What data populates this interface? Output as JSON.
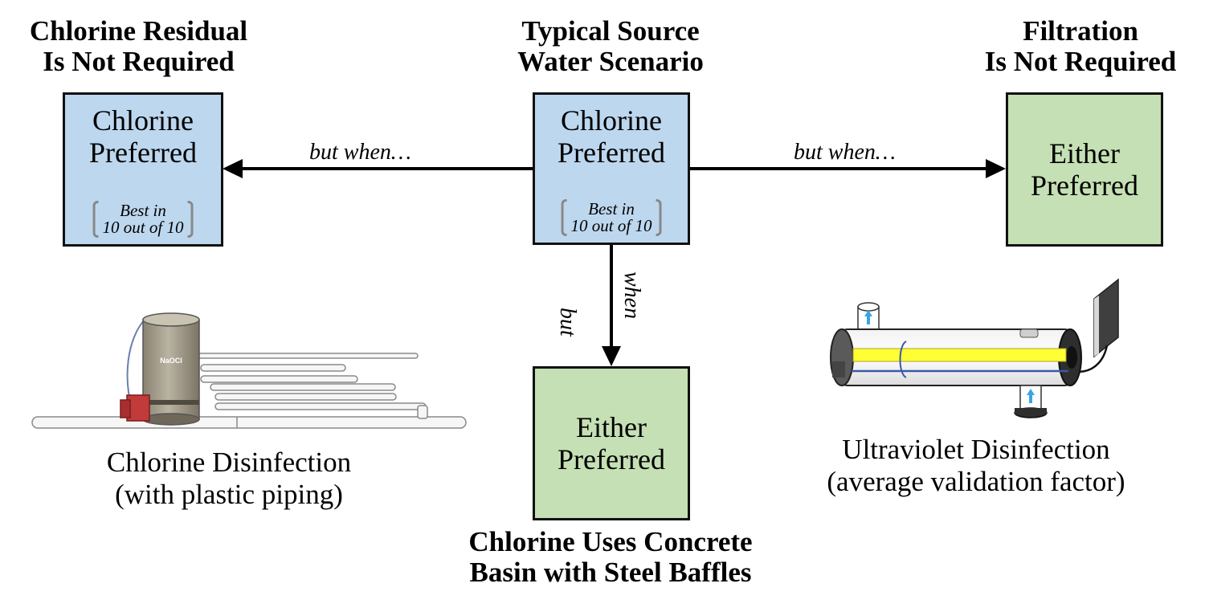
{
  "headings": {
    "left": [
      "Chlorine Residual",
      "Is Not Required"
    ],
    "center": [
      "Typical Source",
      "Water Scenario"
    ],
    "right": [
      "Filtration",
      "Is Not Required"
    ],
    "bottom": [
      "Chlorine Uses Concrete",
      "Basin with Steel Baffles"
    ]
  },
  "boxes": {
    "left": {
      "lines": [
        "Chlorine",
        "Preferred"
      ],
      "note": [
        "Best in",
        "10 out of 10"
      ],
      "color": "#bdd7ee"
    },
    "center": {
      "lines": [
        "Chlorine",
        "Preferred"
      ],
      "note": [
        "Best in",
        "10 out of 10"
      ],
      "color": "#bdd7ee"
    },
    "right": {
      "lines": [
        "Either",
        "Preferred"
      ],
      "color": "#c5e0b4"
    },
    "bottom": {
      "lines": [
        "Either",
        "Preferred"
      ],
      "color": "#c5e0b4"
    }
  },
  "arrow_labels": {
    "left": "but when…",
    "right": "but when…",
    "down": [
      "but",
      "when"
    ]
  },
  "captions": {
    "chlorine": [
      "Chlorine Disinfection",
      "(with plastic piping)"
    ],
    "uv": [
      "Ultraviolet Disinfection",
      "(average validation factor)"
    ]
  },
  "illustration_labels": {
    "tank": "NaOCl"
  }
}
